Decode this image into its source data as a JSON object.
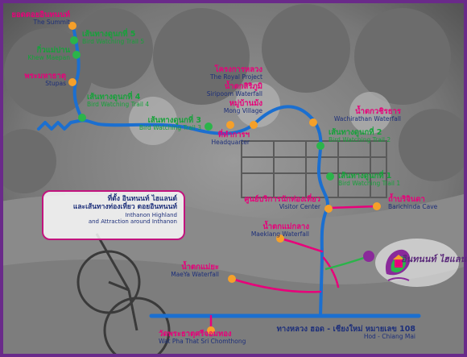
{
  "places": {
    "summit": {
      "th": "ยอดดอยอินทนนท์",
      "en": "The Summit"
    },
    "trail5": {
      "th": "เส้นทางดูนกที่ 5",
      "en": "Bird Watching Trail 5"
    },
    "khew_maepan": {
      "th": "กิ่วแม่ปาน",
      "en": "Khew Maepan"
    },
    "stupas": {
      "th": "พระมหาธาตุ",
      "en": "Stupas"
    },
    "trail4": {
      "th": "เส้นทางดูนกที่ 4",
      "en": "Bird Watching Trail 4"
    },
    "royal_project": {
      "th": "โครงการหลวง",
      "en": "The Royal Project"
    },
    "siripoom": {
      "th": "น้ำตกสิริภูมิ",
      "en": "Siripoom Waterfall"
    },
    "mong_village": {
      "th": "หมู่บ้านม้ง",
      "en": "Mong Village"
    },
    "trail3": {
      "th": "เส้นทางดูนกที่ 3",
      "en": "Bird Watching Trail 3"
    },
    "headquarter": {
      "th": "ที่ทำการฯ",
      "en": "Headquarter"
    },
    "wachirathan": {
      "th": "น้ำตกวชิรธาร",
      "en": "Wachirathan Waterfall"
    },
    "trail2": {
      "th": "เส้นทางดูนกที่ 2",
      "en": "Bird Watching Trail 2"
    },
    "trail1": {
      "th": "เส้นทางดูนกที่ 1",
      "en": "Bird Watching Trail 1"
    },
    "visitor_center": {
      "th": "ศูนย์บริการนักท่องเที่ยว",
      "en": "Visitor Center"
    },
    "barichinda": {
      "th": "ถ้ำบริจินดา",
      "en": "Barichinda Cave"
    },
    "maeklang": {
      "th": "น้ำตกแม่กลาง",
      "en": "Maeklang Waterfall"
    },
    "maeya": {
      "th": "น้ำตกแม่ยะ",
      "en": "MaeYa Waterfall"
    },
    "wat_phra_that": {
      "th": "วัดพระธาตุศรีจอมทอง",
      "en": "Wat Pha That Sri Chomthong"
    },
    "road108": {
      "th": "ทางหลวง ฮอด - เชียงใหม่ หมายเลข 108",
      "en": "Hod - Chiang Mai"
    }
  },
  "legend": {
    "th_line1": "ที่ตั้ง อินทนนท์ ไฮแลนด์",
    "th_line2": "และเส้นทางท่องเที่ยว ดอยอินทนนท์",
    "en_line1": "Inthanon Highland",
    "en_line2": "and Attraction around Inthanon"
  },
  "logo": {
    "text": "อินทนนท์ ไฮแลนด์"
  },
  "colors": {
    "road": "#1b6fd0",
    "branch": "#e8007a",
    "orange_marker": "#f5a02a",
    "green_marker": "#2bb44a",
    "purple_marker": "#8a2a9a",
    "legend_border": "#c2147e"
  }
}
